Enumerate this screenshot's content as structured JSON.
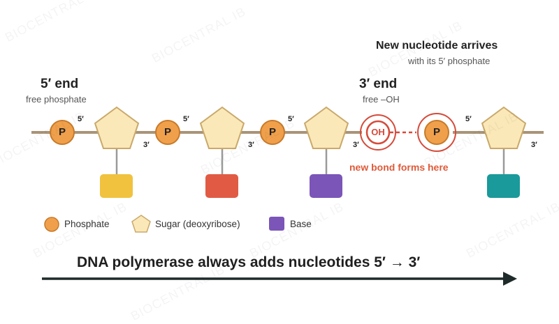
{
  "left_end": {
    "title": "5′ end",
    "subtitle": "free phosphate"
  },
  "right_end": {
    "title": "3′ end",
    "subtitle": "free –OH"
  },
  "incoming": {
    "title": "New nucleotide arrives",
    "subtitle": "with its 5′ phosphate"
  },
  "phosphate_symbol": "P",
  "hydroxyl_symbol": "OH",
  "prime5": "5′",
  "prime3": "3′",
  "bond_note": "new bond forms here",
  "legend": {
    "phosphate": "Phosphate",
    "sugar": "Sugar (deoxyribose)",
    "base": "Base"
  },
  "footer": "DNA polymerase always adds nucleotides 5′ → 3′",
  "watermark": "BIOCENTRAL IB",
  "colors": {
    "phosphate": "#f0a04b",
    "sugar_fill": "#fbe8b8",
    "sugar_stroke": "#c9a96b",
    "highlight": "#d64a3a",
    "bases": [
      "#f0c23e",
      "#e15b44",
      "#7b55b8",
      "#1a9a9a"
    ]
  }
}
